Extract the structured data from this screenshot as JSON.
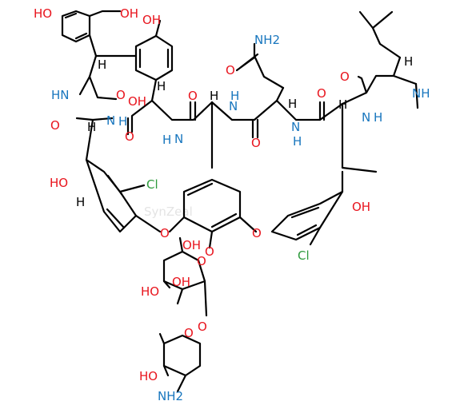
{
  "watermark": "SynZeal",
  "colors": {
    "oxygen": "#e8141d",
    "nitrogen": "#1876be",
    "chlorine": "#2d9a3c",
    "bond": "#000000"
  },
  "atom_labels": [
    {
      "id": "oh-top-left",
      "text": "HO",
      "element": "O"
    },
    {
      "id": "oh-top-mid",
      "text": "OH",
      "element": "O"
    },
    {
      "id": "oh-top-right",
      "text": "OH",
      "element": "O"
    },
    {
      "id": "nh2-amide",
      "text": "NH2",
      "element": "N"
    },
    {
      "id": "o-amide",
      "text": "O",
      "element": "O"
    },
    {
      "id": "o-leucyl",
      "text": "O",
      "element": "O"
    },
    {
      "id": "nh-methyl",
      "text": "NH",
      "element": "N"
    },
    {
      "id": "hn-left",
      "text": "HN",
      "element": "N"
    },
    {
      "id": "o-acid",
      "text": "O",
      "element": "O"
    },
    {
      "id": "oh-acid",
      "text": "OH",
      "element": "O"
    },
    {
      "id": "o-left",
      "text": "O",
      "element": "O"
    },
    {
      "id": "n-h-1",
      "text": "N",
      "element": "N"
    },
    {
      "id": "n-h-1-h",
      "text": "H",
      "element": "N"
    },
    {
      "id": "o-c3",
      "text": "O",
      "element": "O"
    },
    {
      "id": "n-h-2",
      "text": "N",
      "element": "N"
    },
    {
      "id": "n-h-2-h",
      "text": "H",
      "element": "N"
    },
    {
      "id": "o-c4",
      "text": "O",
      "element": "O"
    },
    {
      "id": "n-h-3",
      "text": "N",
      "element": "N"
    },
    {
      "id": "n-h-3-h",
      "text": "H",
      "element": "N"
    },
    {
      "id": "o-c5",
      "text": "O",
      "element": "O"
    },
    {
      "id": "n-h-4",
      "text": "N",
      "element": "N"
    },
    {
      "id": "n-h-4-h",
      "text": "H",
      "element": "N"
    },
    {
      "id": "o-c6",
      "text": "O",
      "element": "O"
    },
    {
      "id": "n-h-5",
      "text": "N",
      "element": "N"
    },
    {
      "id": "n-h-5-h",
      "text": "H",
      "element": "N"
    },
    {
      "id": "ho-left",
      "text": "HO",
      "element": "O"
    },
    {
      "id": "oh-right",
      "text": "OH",
      "element": "O"
    },
    {
      "id": "cl-left",
      "text": "Cl",
      "element": "Cl"
    },
    {
      "id": "cl-right",
      "text": "Cl",
      "element": "Cl"
    },
    {
      "id": "o-ether-left",
      "text": "O",
      "element": "O"
    },
    {
      "id": "o-ether-right",
      "text": "O",
      "element": "O"
    },
    {
      "id": "o-glyco",
      "text": "O",
      "element": "O"
    },
    {
      "id": "o-sugar1-ring",
      "text": "O",
      "element": "O"
    },
    {
      "id": "o-sugar1-ch2oh",
      "text": "OH",
      "element": "O"
    },
    {
      "id": "o-sugar1-oh1",
      "text": "OH",
      "element": "O"
    },
    {
      "id": "o-sugar1-oh2",
      "text": "HO",
      "element": "O"
    },
    {
      "id": "o-sugar-link",
      "text": "O",
      "element": "O"
    },
    {
      "id": "o-sugar2-ring",
      "text": "O",
      "element": "O"
    },
    {
      "id": "ho-sugar2",
      "text": "HO",
      "element": "O"
    },
    {
      "id": "nh2-sugar2",
      "text": "NH2",
      "element": "N"
    }
  ],
  "stereo_h": [
    "H",
    "H",
    "H",
    "H",
    "H",
    "H",
    "H",
    "H"
  ]
}
